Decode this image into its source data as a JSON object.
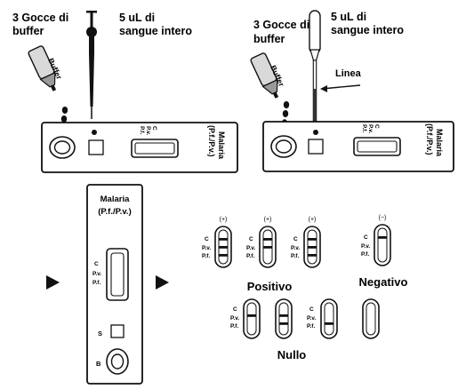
{
  "panel_micropipette": {
    "buffer_drops_line1": "3 Gocce di",
    "buffer_drops_line2": "buffer",
    "blood_line1": "5 uL di",
    "blood_line2": "sangue intero",
    "bottle_label": "Buffer",
    "device_name_line1": "Malaria",
    "device_name_line2": "(P.f./P.v.)",
    "label_c": "C",
    "label_pv": "P.v.",
    "label_pf": "P.f."
  },
  "panel_dropper": {
    "buffer_drops_line1": "3 Gocce di",
    "buffer_drops_line2": "buffer",
    "blood_line1": "5 uL di",
    "blood_line2": "sangue intero",
    "bottle_label": "Buffer",
    "line_label": "Linea",
    "device_name_line1": "Malaria",
    "device_name_line2": "(P.f./P.v.)",
    "label_c": "C",
    "label_pv": "P.v.",
    "label_pf": "P.f."
  },
  "vertical_device": {
    "name_line1": "Malaria",
    "name_line2": "(P.f./P.v.)",
    "label_c": "C",
    "label_pv": "P.v.",
    "label_pf": "P.f.",
    "label_s": "S",
    "label_b": "B"
  },
  "results": {
    "pos1": {
      "sign": "(+)",
      "c": "C",
      "pv": "P.v.",
      "pf": "P.f."
    },
    "pos2": {
      "sign": "(+)",
      "c": "C",
      "pv": "P.v.",
      "pf": "P.f."
    },
    "pos3": {
      "sign": "(+)",
      "c": "C",
      "pv": "P.v.",
      "pf": "P.f."
    },
    "neg": {
      "sign": "(−)",
      "c": "C",
      "pv": "P.v.",
      "pf": "P.f."
    },
    "positive_label": "Positivo",
    "negative_label": "Negativo",
    "null_label": "Nullo",
    "null1": {
      "c": "C",
      "pv": "P.v.",
      "pf": "P.f."
    },
    "null2": {
      "c": "C",
      "pv": "P.v.",
      "pf": "P.f."
    }
  }
}
